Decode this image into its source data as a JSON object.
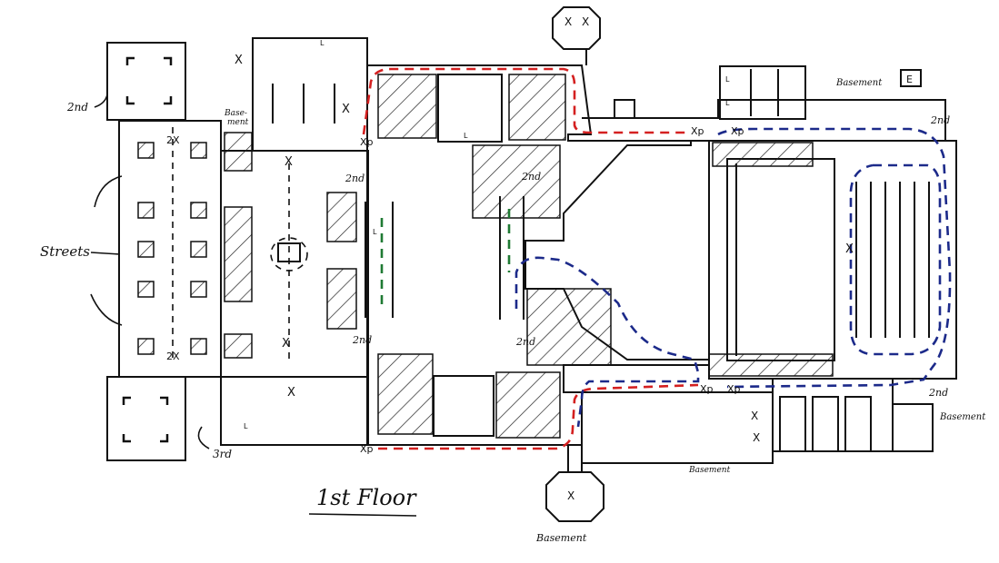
{
  "title": "1st Floor",
  "labels": {
    "streets": "Streets",
    "second": "2nd",
    "third": "3rd",
    "basement": "Basement",
    "basement_split_top": "Base-",
    "basement_split_bottom": "ment",
    "double_x": "2X",
    "x_mark": "X",
    "xp": "Xp",
    "elevator": "E",
    "lift": "L"
  },
  "colors": {
    "ink": "#111111",
    "red_route": "#d42020",
    "blue_route": "#1c2a8a",
    "green_route": "#1f7a33"
  }
}
